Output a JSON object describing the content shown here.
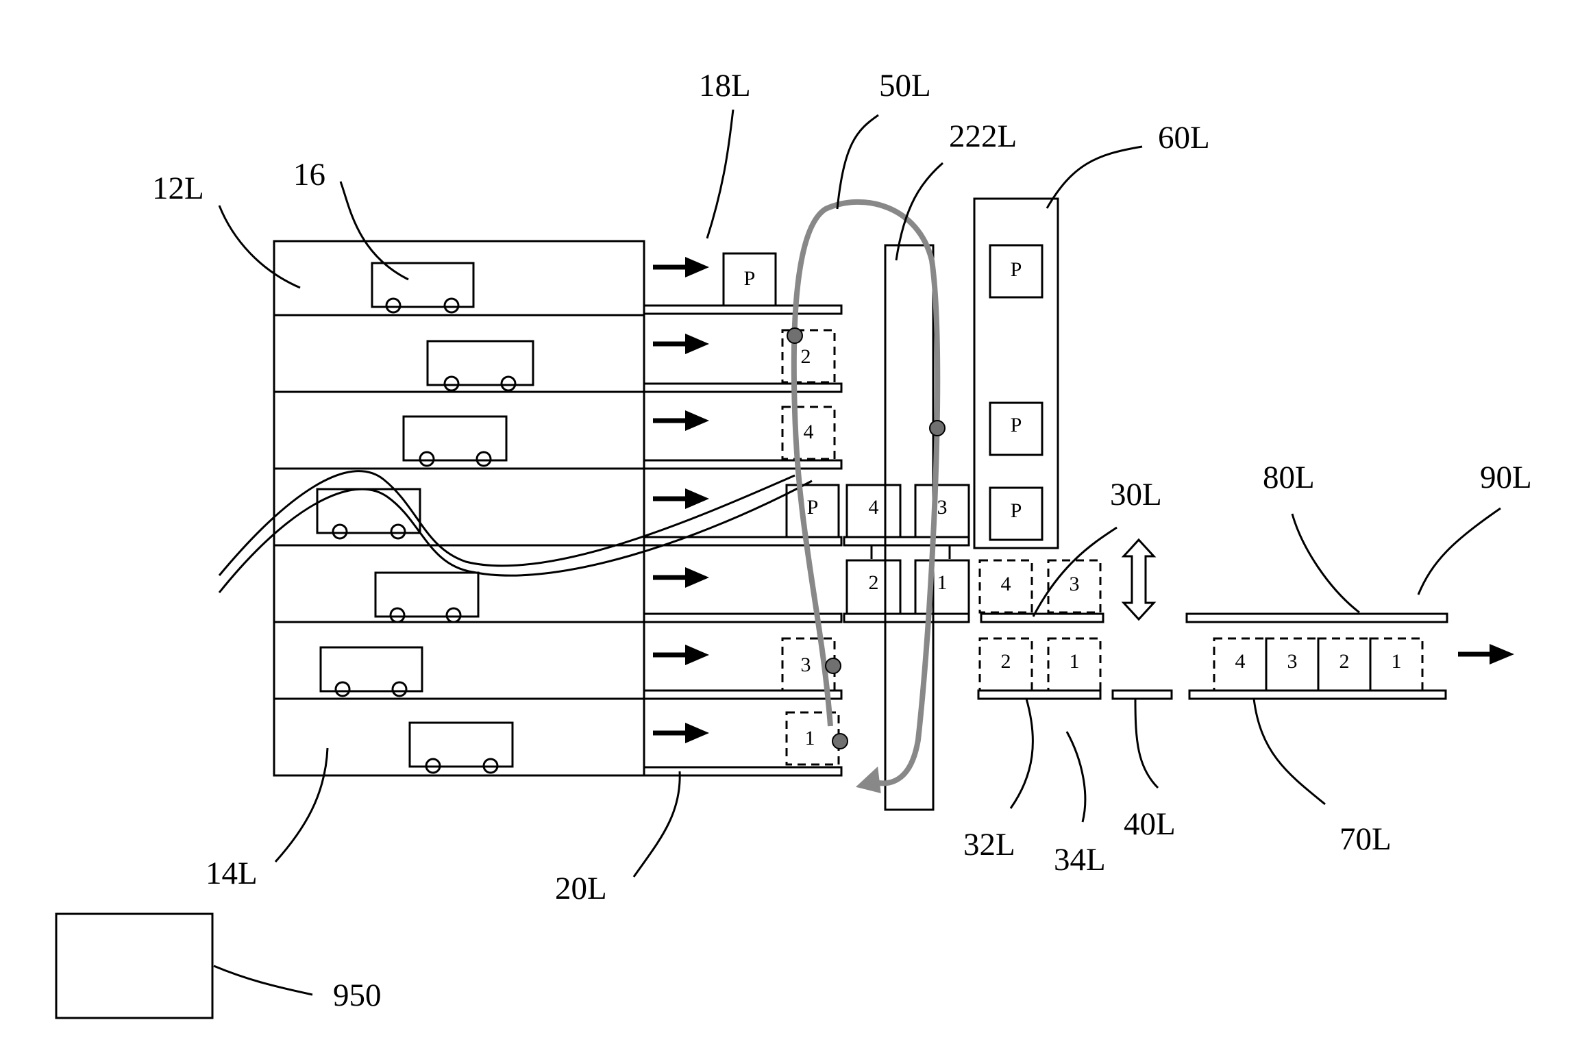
{
  "labels": {
    "l12L": "12L",
    "l16": "16",
    "l18L": "18L",
    "l50L": "50L",
    "l222L": "222L",
    "l60L": "60L",
    "l30L": "30L",
    "l80L": "80L",
    "l90L": "90L",
    "l14L": "14L",
    "l20L": "20L",
    "l32L": "32L",
    "l34L": "34L",
    "l40L": "40L",
    "l70L": "70L",
    "l950": "950"
  },
  "boxes": {
    "p_top": "P",
    "p_level4": "P",
    "d2": "2",
    "d4": "4",
    "d3": "3",
    "d1": "1",
    "e4": "4",
    "e3": "3",
    "e2": "2",
    "e1": "1",
    "p60_1": "P",
    "p60_2": "P",
    "p60_3": "P",
    "s4": "4",
    "s3": "3",
    "s2": "2",
    "s1": "1",
    "o4": "4",
    "o3": "3",
    "o2": "2",
    "o1": "1"
  },
  "colors": {
    "ink": "#000000",
    "path": "#888888",
    "marker": "#707070"
  }
}
